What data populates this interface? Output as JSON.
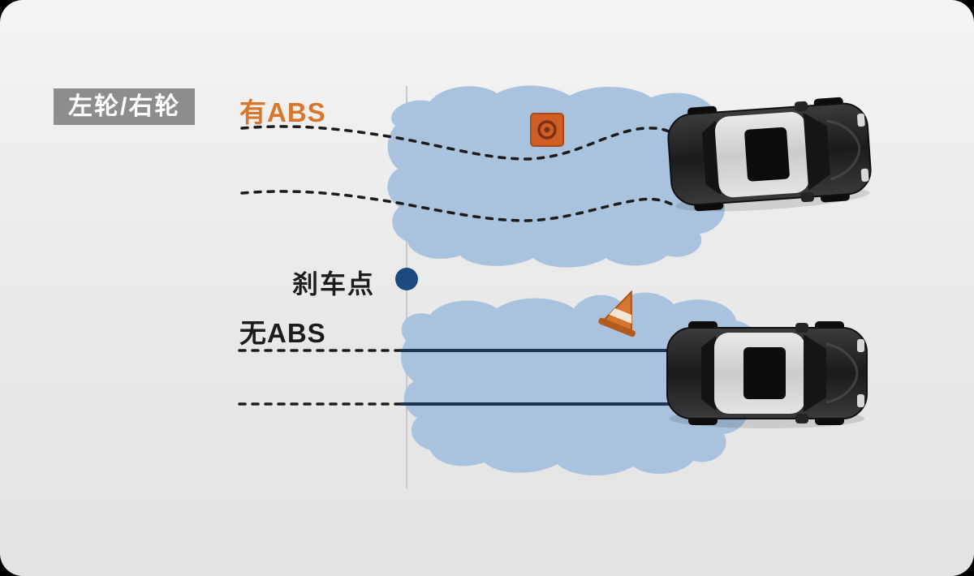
{
  "labels": {
    "wheel_badge": "左轮/右轮",
    "with_abs": "有ABS",
    "brake_point": "刹车点",
    "without_abs": "无ABS"
  },
  "colors": {
    "badge_gray": "#8d8d8d",
    "abs_label_orange": "#d8772c",
    "track_area_blue": "#a9c3de",
    "brake_dot_navy": "#1c4a7e",
    "obstacle_orange": "#cf5f25",
    "cone_orange": "#d6762f",
    "dashed_line_dark": "#1c1c1c",
    "skid_line_navy": "#1e3450"
  }
}
